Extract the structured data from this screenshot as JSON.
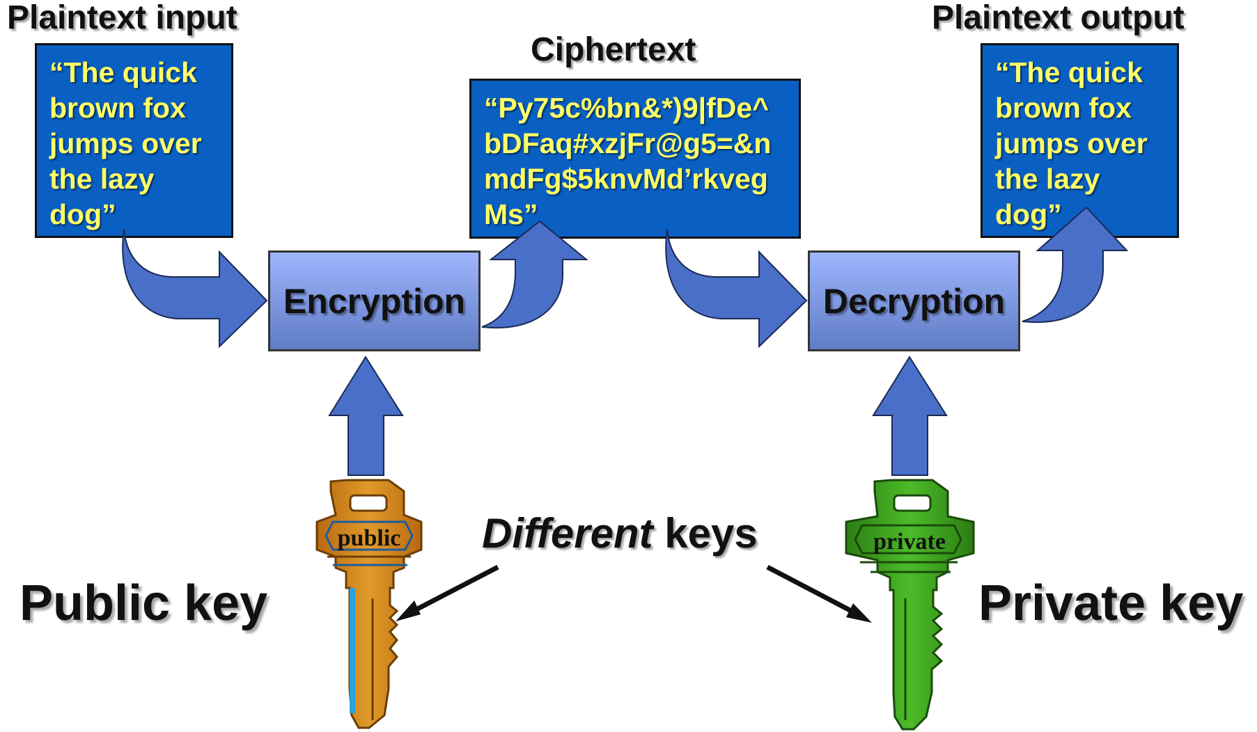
{
  "labels": {
    "plaintext_input": "Plaintext input",
    "ciphertext": "Ciphertext",
    "plaintext_output": "Plaintext output",
    "encryption": "Encryption",
    "decryption": "Decryption",
    "public_key": "Public key",
    "private_key": "Private key",
    "different_italic": "Different",
    "keys_word": "keys"
  },
  "texts": {
    "input_text": "“The quick\nbrown fox\njumps over\nthe lazy\ndog”",
    "cipher_text": "“Py75c%bn&*)9|fDe^\nbDFaq#xzjFr@g5=&n\nmdFg$5knvMd’rkveg\nMs”",
    "output_text": "“The quick\nbrown fox\njumps over\nthe lazy\ndog”"
  },
  "keys": {
    "public_tag": "public",
    "private_tag": "private"
  },
  "colors": {
    "text_box_fill": "#0a5fc2",
    "text_box_font": "#ffff66",
    "arrow_fill": "#4a6fc8",
    "public_key_color": "#d98c1a",
    "private_key_color": "#3aa01e"
  }
}
